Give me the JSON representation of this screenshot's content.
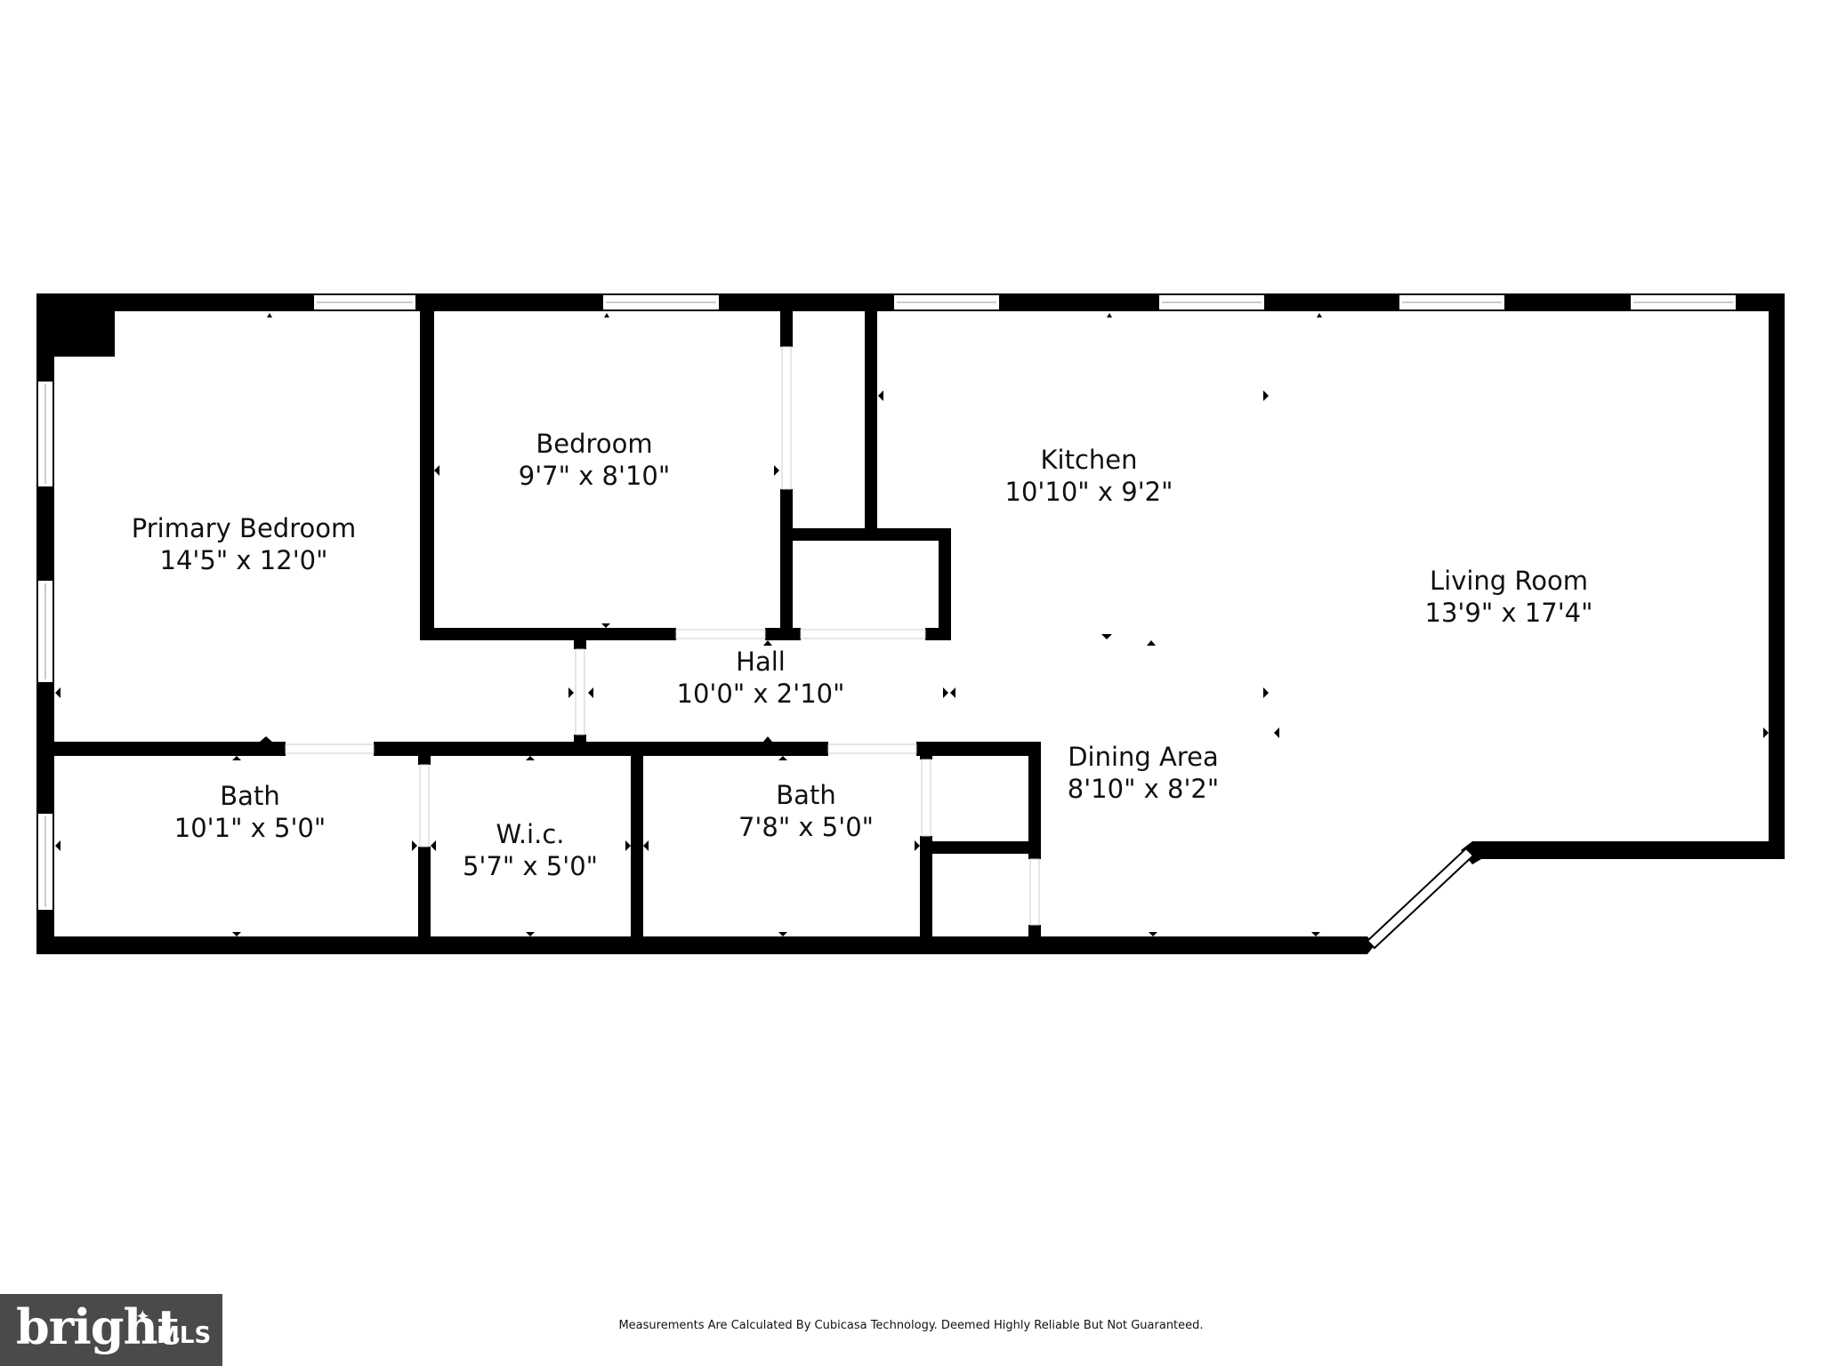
{
  "rooms": [
    {
      "id": "primary-bedroom",
      "name": "Primary Bedroom",
      "dim": "14'5\" x 12'0\""
    },
    {
      "id": "bedroom",
      "name": "Bedroom",
      "dim": "9'7\" x 8'10\""
    },
    {
      "id": "kitchen",
      "name": "Kitchen",
      "dim": "10'10\" x 9'2\""
    },
    {
      "id": "living-room",
      "name": "Living Room",
      "dim": "13'9\" x 17'4\""
    },
    {
      "id": "hall",
      "name": "Hall",
      "dim": "10'0\" x 2'10\""
    },
    {
      "id": "dining-area",
      "name": "Dining Area",
      "dim": "8'10\" x 8'2\""
    },
    {
      "id": "bath-1",
      "name": "Bath",
      "dim": "10'1\" x 5'0\""
    },
    {
      "id": "wic",
      "name": "W.i.c.",
      "dim": "5'7\" x 5'0\""
    },
    {
      "id": "bath-2",
      "name": "Bath",
      "dim": "7'8\" x 5'0\""
    }
  ],
  "footer": "Measurements Are Calculated By Cubicasa Technology. Deemed Highly Reliable But Not Guaranteed.",
  "logo": {
    "brand": "bright",
    "suffix": "MLS"
  },
  "colors": {
    "wall": "#000000",
    "background": "#ffffff",
    "logo_bg": "#4a4a4a"
  }
}
